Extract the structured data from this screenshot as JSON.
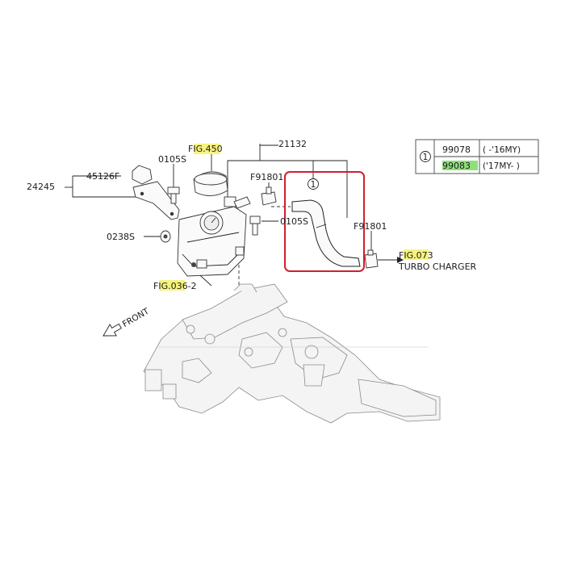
{
  "labels": {
    "fig450": "FIG.450",
    "fig450_hl": "G.45",
    "p21132": "21132",
    "p0105s_top": "0105S",
    "p45126f": "45126F",
    "p24245": "24245",
    "f91801_left": "F91801",
    "p0105s_mid": "0105S",
    "p0238s": "0238S",
    "f91801_right": "F91801",
    "fig073": "FIG.073",
    "fig073_hl": "IG.07",
    "turbo": "TURBO CHARGER",
    "fig036": "FIG.036-2",
    "fig036_hl": "IG.03",
    "front": "FRONT",
    "callout": "1"
  },
  "legend": {
    "marker": "1",
    "rows": [
      {
        "part": "99078",
        "range": "( -'16MY)"
      },
      {
        "part": "99083",
        "range": "('17MY- )"
      }
    ]
  },
  "colors": {
    "highlight_box": "#d11f2e",
    "yellow_highlight": "#f6f37e",
    "green_highlight": "#8fe07a"
  }
}
